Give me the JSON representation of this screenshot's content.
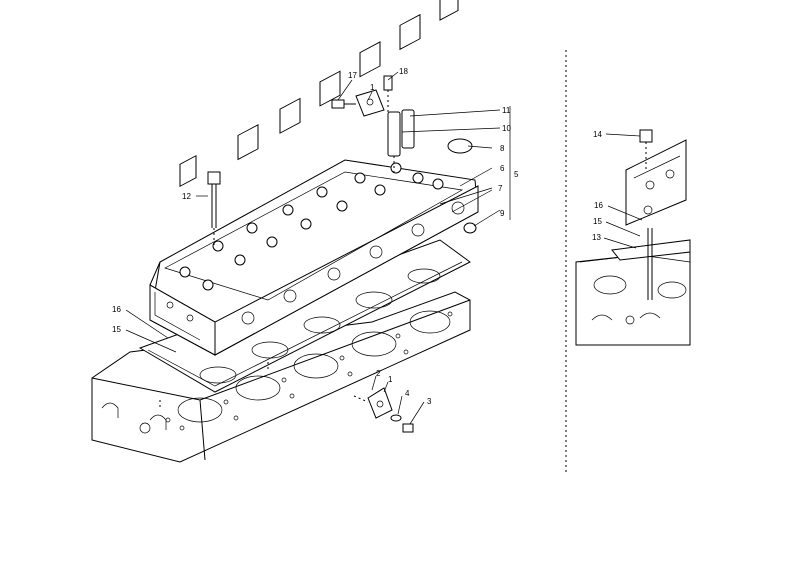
{
  "drawing": {
    "main_view": {
      "callouts": [
        {
          "id": "c17",
          "label": "17"
        },
        {
          "id": "c1a",
          "label": "1"
        },
        {
          "id": "c18",
          "label": "18"
        },
        {
          "id": "c11",
          "label": "11"
        },
        {
          "id": "c10",
          "label": "10"
        },
        {
          "id": "c8",
          "label": "8"
        },
        {
          "id": "c6",
          "label": "6"
        },
        {
          "id": "c5",
          "label": "5"
        },
        {
          "id": "c7",
          "label": "7"
        },
        {
          "id": "c9",
          "label": "9"
        },
        {
          "id": "c12",
          "label": "12"
        },
        {
          "id": "c16",
          "label": "16"
        },
        {
          "id": "c15",
          "label": "15"
        },
        {
          "id": "c2",
          "label": "2"
        },
        {
          "id": "c1b",
          "label": "1"
        },
        {
          "id": "c4",
          "label": "4"
        },
        {
          "id": "c3",
          "label": "3"
        }
      ]
    },
    "detail_view": {
      "callouts": [
        {
          "id": "d14",
          "label": "14"
        },
        {
          "id": "d16",
          "label": "16"
        },
        {
          "id": "d15",
          "label": "15"
        },
        {
          "id": "d13",
          "label": "13"
        }
      ]
    }
  }
}
